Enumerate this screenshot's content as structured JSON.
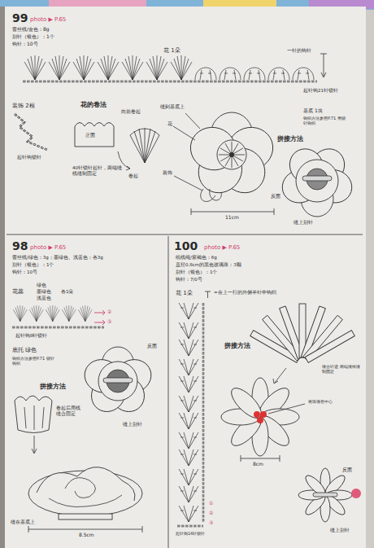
{
  "diagram": {
    "labels": [
      "99",
      "photo ▶ P.65",
      "蕾丝线/金色：8g",
      "别针（银色）：1个",
      "钩针：10号",
      "花 1朵",
      "一针的钩针",
      "起针钩21针锁针",
      "装饰 2根",
      "起针钩锁针",
      "花的卷法",
      "正面",
      "向前卷起",
      "40针锁针起针，两端缝线缝制固定",
      "卷起",
      "缝到基底上",
      "花",
      "装饰",
      "拼接方法",
      "基底 1块",
      "钩织方法参照P.71 用锁针钩织",
      "反面",
      "缝上别针",
      "11cm",
      "98",
      "photo ▶ P.65",
      "蕾丝线/绿色：3g；墨绿色、浅蓝色：各3g",
      "别针（银色）：1个",
      "钩针：10号",
      "花蕊",
      "绿色",
      "墨绿色",
      "浅蓝色",
      "各1朵",
      "起针钩8针锁针",
      "②",
      "③",
      "底托 绿色",
      "钩织方法参照P.71 锁针钩织",
      "反面",
      "缝上别针",
      "拼接方法",
      "卷起后用线缝合固定",
      "缝在基底上",
      "8.5cm",
      "100",
      "photo ▶ P.65",
      "纸线绳/紫褐色：6g",
      "直径0.8cm的黑色玻璃珠：3颗",
      "别针（银色）：1个",
      "钩针：7/0号",
      "花 1朵",
      "=在上一行的外侧半针中钩织",
      "拼接方法",
      "缝合针迹 两端缝线缝制固定",
      "将珠缝在中心",
      "8cm",
      "反面",
      "缝上别针",
      "起针钩16针锁针",
      "①",
      "②",
      "③"
    ]
  }
}
